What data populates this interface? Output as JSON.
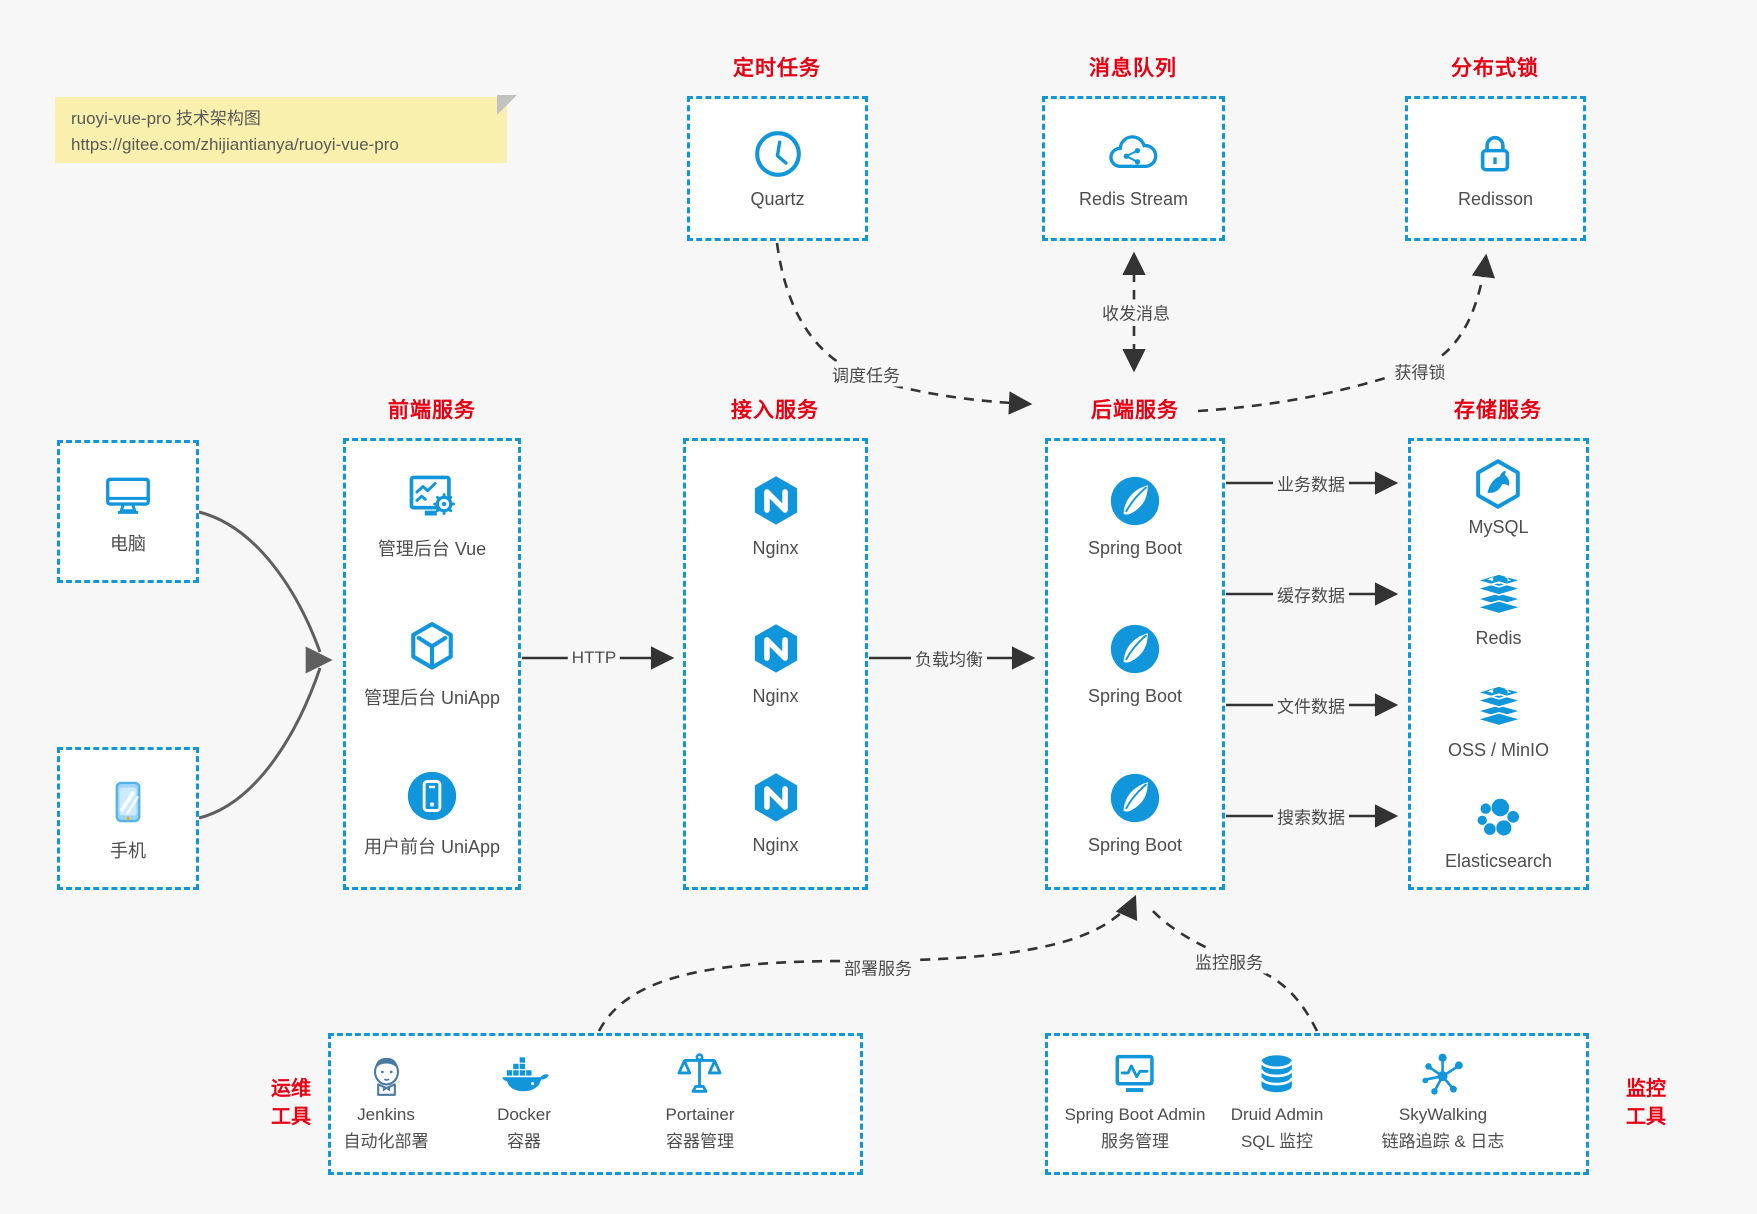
{
  "colors": {
    "accent_blue": "#1296db",
    "title_red": "#e60012",
    "arrow_dark": "#333333",
    "device_arrow_gray": "#5f5f5f",
    "background": "#f7f7f8",
    "note_bg": "#faf0ad"
  },
  "note": {
    "title": "ruoyi-vue-pro 技术架构图",
    "url": "https://gitee.com/zhijiantianya/ruoyi-vue-pro"
  },
  "top": {
    "scheduled": {
      "title": "定时任务",
      "item": {
        "label": "Quartz",
        "icon": "clock-icon"
      }
    },
    "queue": {
      "title": "消息队列",
      "item": {
        "label": "Redis Stream",
        "icon": "cloud-network-icon"
      }
    },
    "lock": {
      "title": "分布式锁",
      "item": {
        "label": "Redisson",
        "icon": "lock-icon"
      }
    }
  },
  "clients": {
    "computer": {
      "label": "电脑",
      "icon": "desktop-icon"
    },
    "phone": {
      "label": "手机",
      "icon": "smartphone-icon"
    }
  },
  "columns": {
    "frontend": {
      "title": "前端服务",
      "items": [
        {
          "label": "管理后台 Vue",
          "icon": "admin-monitor-gear-icon"
        },
        {
          "label": "管理后台 UniApp",
          "icon": "cube-icon"
        },
        {
          "label": "用户前台 UniApp",
          "icon": "phone-circle-icon"
        }
      ]
    },
    "gateway": {
      "title": "接入服务",
      "items": [
        {
          "label": "Nginx",
          "icon": "nginx-icon"
        },
        {
          "label": "Nginx",
          "icon": "nginx-icon"
        },
        {
          "label": "Nginx",
          "icon": "nginx-icon"
        }
      ]
    },
    "backend": {
      "title": "后端服务",
      "items": [
        {
          "label": "Spring Boot",
          "icon": "spring-leaf-icon"
        },
        {
          "label": "Spring Boot",
          "icon": "spring-leaf-icon"
        },
        {
          "label": "Spring Boot",
          "icon": "spring-leaf-icon"
        }
      ]
    },
    "storage": {
      "title": "存储服务",
      "items": [
        {
          "label": "MySQL",
          "icon": "mysql-dolphin-icon"
        },
        {
          "label": "Redis",
          "icon": "redis-stack-icon"
        },
        {
          "label": "OSS / MinIO",
          "icon": "redis-stack-icon"
        },
        {
          "label": "Elasticsearch",
          "icon": "elasticsearch-icon"
        }
      ]
    }
  },
  "bottom": {
    "ops": {
      "title_line1": "运维",
      "title_line2": "工具",
      "items": [
        {
          "name": "Jenkins",
          "desc": "自动化部署",
          "icon": "jenkins-butler-icon"
        },
        {
          "name": "Docker",
          "desc": "容器",
          "icon": "docker-whale-icon"
        },
        {
          "name": "Portainer",
          "desc": "容器管理",
          "icon": "scales-icon"
        }
      ]
    },
    "monitoring": {
      "title_line1": "监控",
      "title_line2": "工具",
      "items": [
        {
          "name": "Spring Boot Admin",
          "desc": "服务管理",
          "icon": "monitor-pulse-icon"
        },
        {
          "name": "Druid Admin",
          "desc": "SQL 监控",
          "icon": "database-icon"
        },
        {
          "name": "SkyWalking",
          "desc": "链路追踪 & 日志",
          "icon": "topology-icon"
        }
      ]
    }
  },
  "edges": {
    "http": "HTTP",
    "load_balance": "负载均衡",
    "schedule": "调度任务",
    "messaging": "收发消息",
    "acquire_lock": "获得锁",
    "business_data": "业务数据",
    "cache_data": "缓存数据",
    "file_data": "文件数据",
    "search_data": "搜索数据",
    "deploy": "部署服务",
    "monitor": "监控服务"
  }
}
